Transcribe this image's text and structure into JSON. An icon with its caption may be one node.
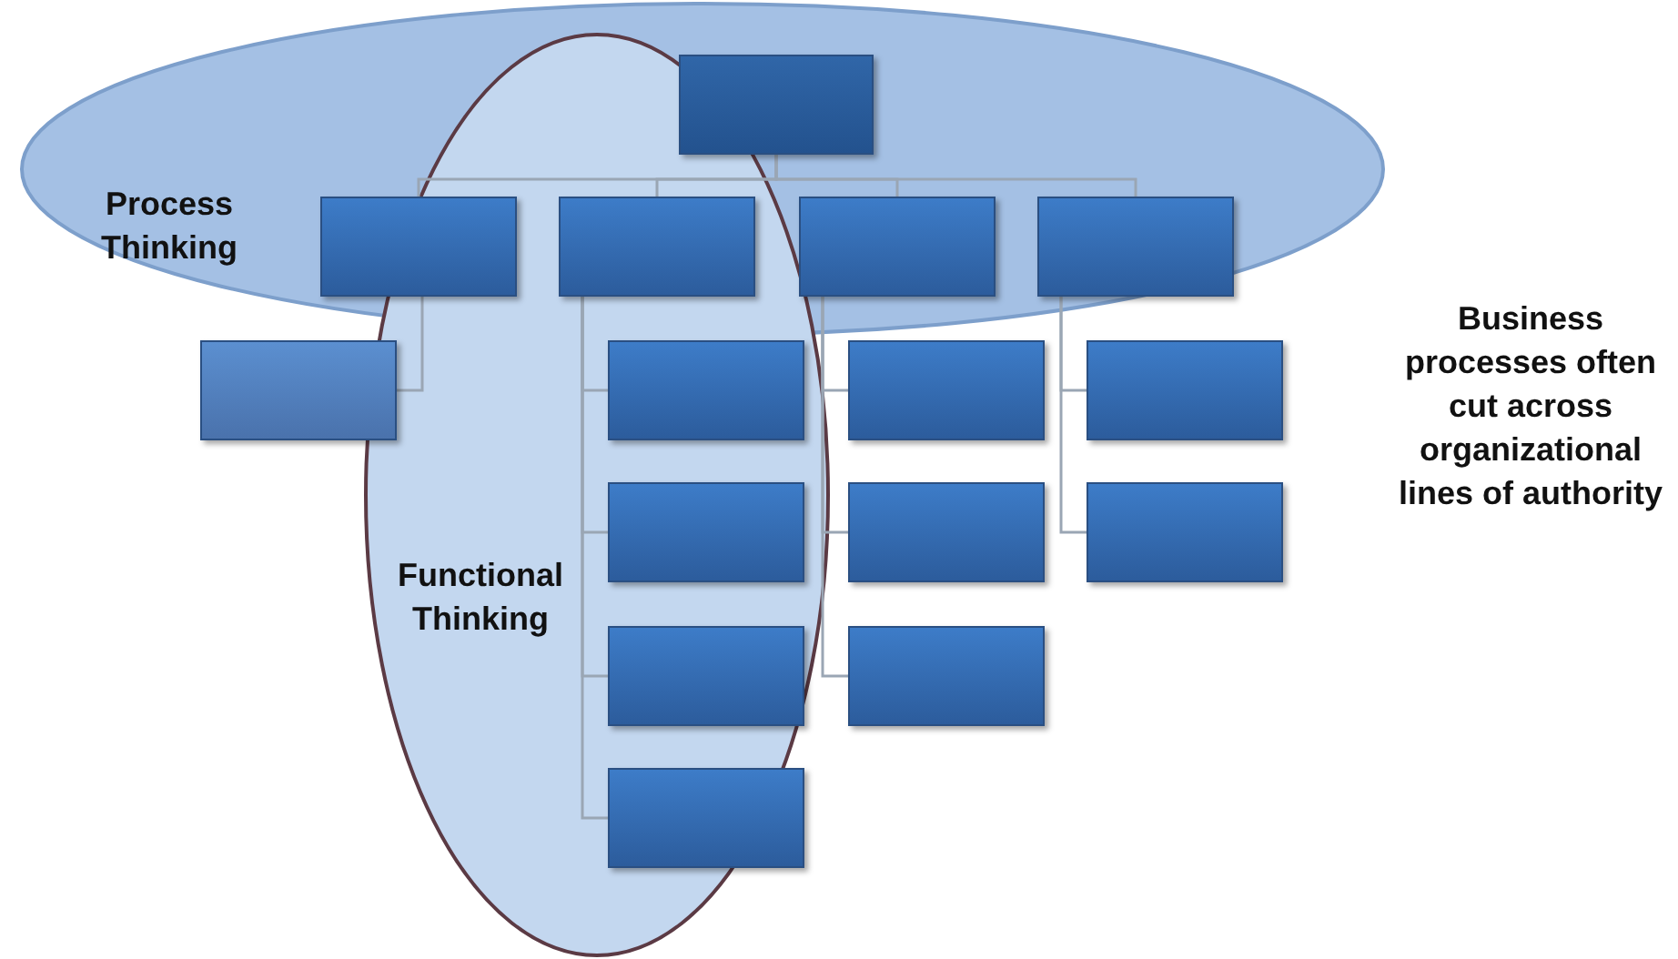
{
  "diagram": {
    "nodes": [
      {
        "text": [],
        "shape": "box"
      },
      {
        "text": [],
        "shape": "box"
      },
      {
        "text": [],
        "shape": "box"
      },
      {
        "text": [],
        "shape": "box"
      },
      {
        "text": [],
        "shape": "box"
      },
      {
        "text": [],
        "shape": "box"
      },
      {
        "text": [],
        "shape": "box"
      },
      {
        "text": [],
        "shape": "box"
      },
      {
        "text": [],
        "shape": "box"
      },
      {
        "text": [],
        "shape": "box"
      },
      {
        "text": [],
        "shape": "box"
      },
      {
        "text": [],
        "shape": "box"
      },
      {
        "text": [],
        "shape": "box"
      },
      {
        "text": [],
        "shape": "box"
      },
      {
        "text": [],
        "shape": "box"
      }
    ],
    "edges": [
      {
        "from": 0,
        "to": 1,
        "arrow": "none"
      },
      {
        "from": 0,
        "to": 2,
        "arrow": "none"
      },
      {
        "from": 0,
        "to": 3,
        "arrow": "none"
      },
      {
        "from": 0,
        "to": 4,
        "arrow": "none"
      },
      {
        "from": 1,
        "to": 5,
        "arrow": "none"
      },
      {
        "from": 2,
        "to": 6,
        "arrow": "none"
      },
      {
        "from": 2,
        "to": 7,
        "arrow": "none"
      },
      {
        "from": 2,
        "to": 8,
        "arrow": "none"
      },
      {
        "from": 2,
        "to": 9,
        "arrow": "none"
      },
      {
        "from": 3,
        "to": 10,
        "arrow": "none"
      },
      {
        "from": 3,
        "to": 11,
        "arrow": "none"
      },
      {
        "from": 3,
        "to": 12,
        "arrow": "none"
      },
      {
        "from": 4,
        "to": 13,
        "arrow": "none"
      },
      {
        "from": 4,
        "to": 14,
        "arrow": "none"
      }
    ],
    "labels": [
      "Process Thinking",
      "Functional Thinking",
      "Business processes often cut across organizational lines of authority"
    ]
  }
}
